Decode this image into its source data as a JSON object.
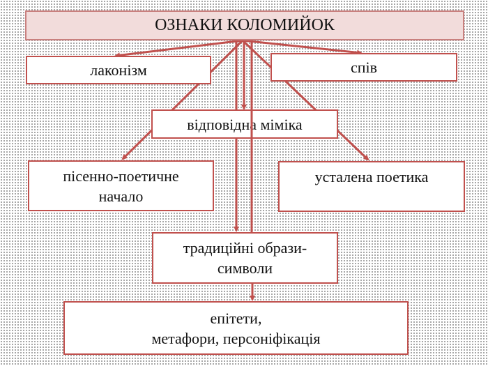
{
  "title": "ОЗНАКИ КОЛОМИЙОК",
  "nodes": {
    "laconism": "лаконізм",
    "singing": "спів",
    "mimicry": "відповідна міміка",
    "song_poetic_line1": "пісенно-поетичне",
    "song_poetic_line2": "начало",
    "poetics": "усталена поетика",
    "symbols_line1": "традиційні образи-",
    "symbols_line2": "символи",
    "tropes_line1": "епітети,",
    "tropes_line2": "метафори, персоніфікація"
  },
  "colors": {
    "accent": "#c0504d",
    "title_fill": "#f2dcdb"
  }
}
